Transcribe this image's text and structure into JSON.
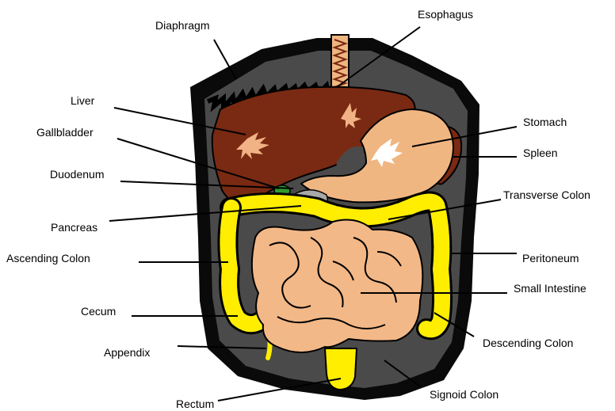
{
  "labels": {
    "diaphragm": "Diaphragm",
    "esophagus": "Esophagus",
    "liver": "Liver",
    "gallbladder": "Gallbladder",
    "duodenum": "Duodenum",
    "pancreas": "Pancreas",
    "ascending_colon": "Ascending Colon",
    "cecum": "Cecum",
    "appendix": "Appendix",
    "rectum": "Rectum",
    "stomach": "Stomach",
    "spleen": "Spleen",
    "transverse_colon": "Transverse Colon",
    "peritoneum": "Peritoneum",
    "small_intestine": "Small Intestine",
    "descending_colon": "Descending Colon",
    "sigmoid_colon": "Signoid Colon"
  },
  "colors": {
    "cavity": "#4a4a4a",
    "frame": "#0a0a0a",
    "liver": "#7a2a12",
    "liver_highlight": "#f1b385",
    "stomach": "#f0b682",
    "spleen": "#7a2a12",
    "intestine": "#f3b887",
    "colon": "#ffee00",
    "gallbladder": "#2e9c2e",
    "pancreas": "#a8a8a8"
  }
}
